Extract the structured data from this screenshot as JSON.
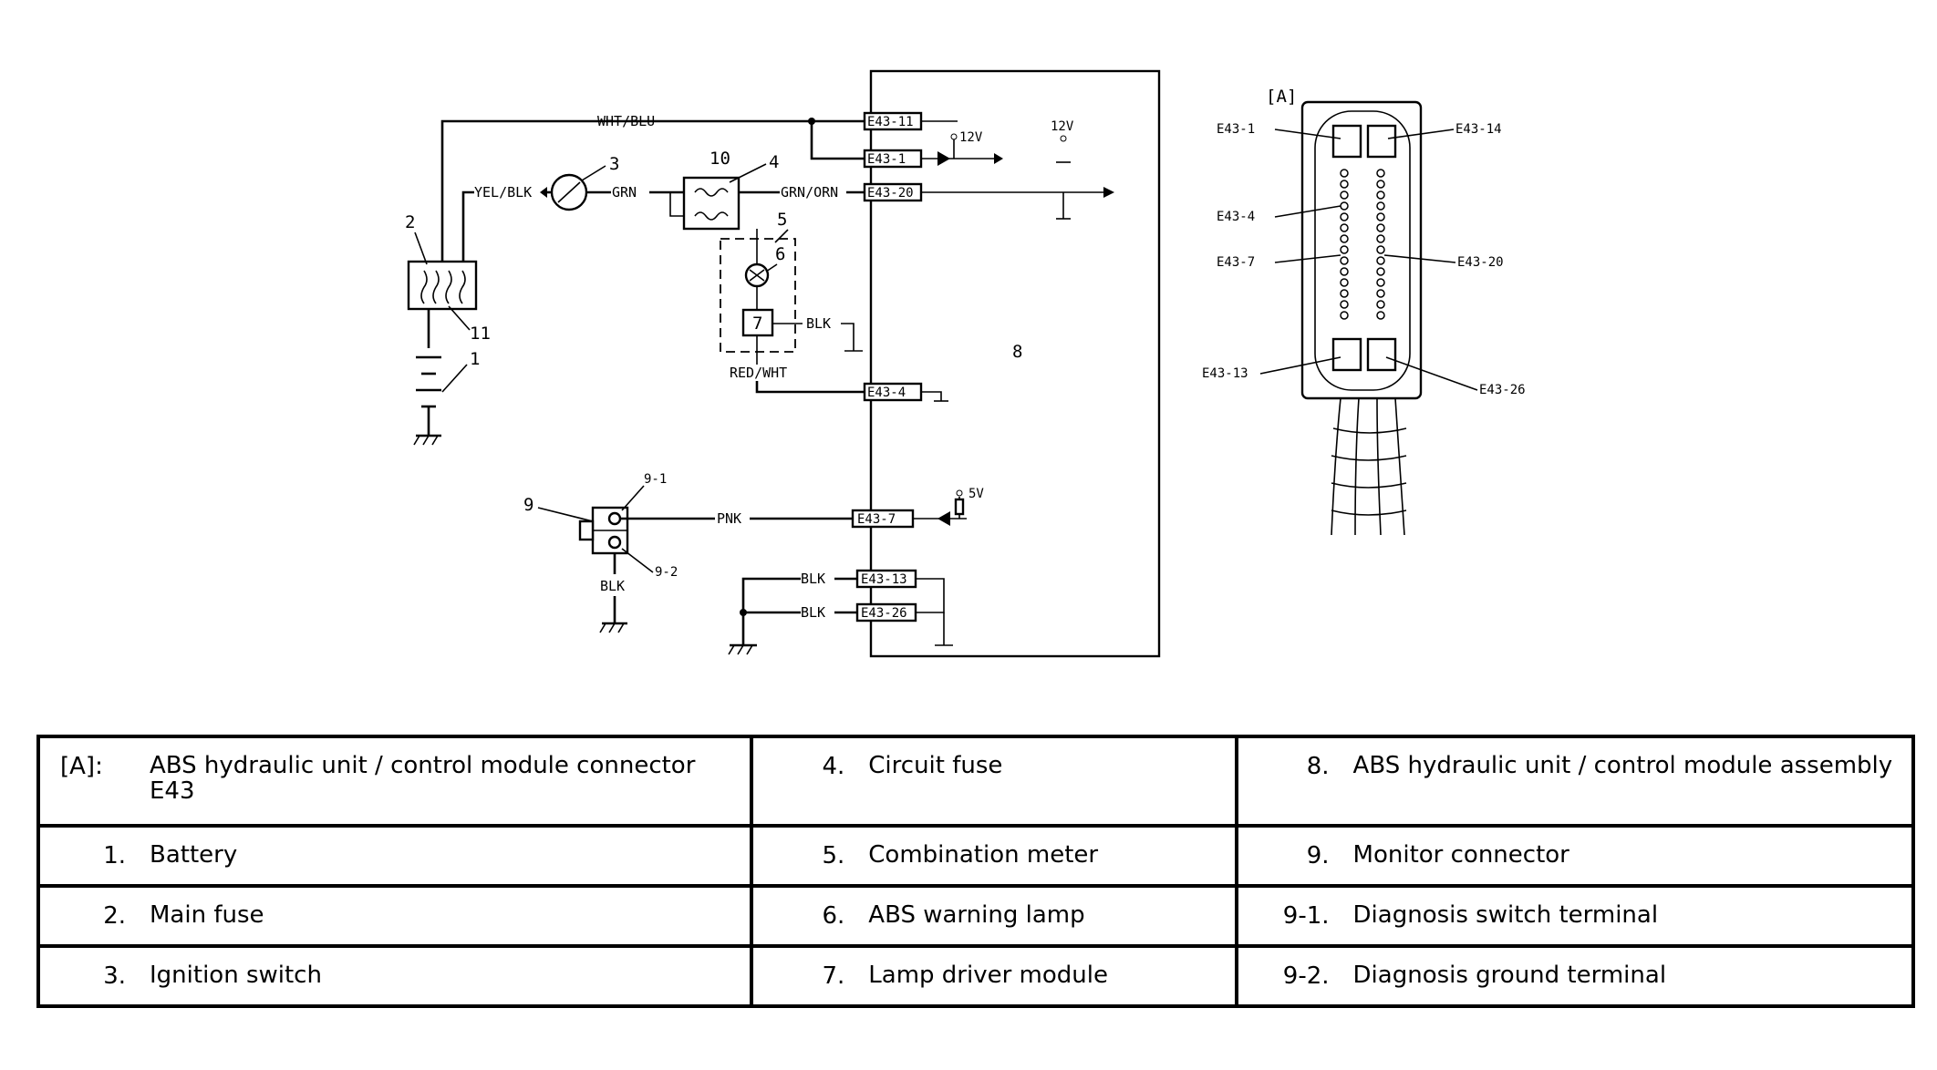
{
  "diagram": {
    "wire_labels": {
      "wht_blu": "WHT/BLU",
      "yel_blk": "YEL/BLK",
      "grn": "GRN",
      "grn_orn": "GRN/ORN",
      "blk_lamp": "BLK",
      "red_wht": "RED/WHT",
      "pnk": "PNK",
      "blk_monitor": "BLK",
      "blk_gnd1": "BLK",
      "blk_gnd2": "BLK"
    },
    "terminals": {
      "t11": "E43-11",
      "t1": "E43-1",
      "t20": "E43-20",
      "t4": "E43-4",
      "t7": "E43-7",
      "t13": "E43-13",
      "t26": "E43-26"
    },
    "voltages": {
      "v12_a": "12V",
      "v12_b": "12V",
      "v5": "5V"
    },
    "callouts": {
      "n1": "1",
      "n2": "2",
      "n3": "3",
      "n4": "4",
      "n5": "5",
      "n6": "6",
      "n7": "7",
      "n8": "8",
      "n9": "9",
      "n9_1": "9-1",
      "n9_2": "9-2",
      "n10": "10",
      "n11": "11"
    },
    "connector": {
      "tag": "[A]",
      "pins": {
        "p1": "E43-1",
        "p14": "E43-14",
        "p4": "E43-4",
        "p7": "E43-7",
        "p20": "E43-20",
        "p13": "E43-13",
        "p26": "E43-26"
      }
    }
  },
  "legend": {
    "rows": [
      [
        {
          "key": "[A]:",
          "text": "ABS hydraulic unit / control module connector E43"
        },
        {
          "key": "4.",
          "text": "Circuit fuse"
        },
        {
          "key": "8.",
          "text": "ABS hydraulic unit / control module assembly"
        }
      ],
      [
        {
          "key": "1.",
          "text": "Battery"
        },
        {
          "key": "5.",
          "text": "Combination meter"
        },
        {
          "key": "9.",
          "text": "Monitor connector"
        }
      ],
      [
        {
          "key": "2.",
          "text": "Main fuse"
        },
        {
          "key": "6.",
          "text": "ABS warning lamp"
        },
        {
          "key": "9-1.",
          "text": "Diagnosis switch terminal"
        }
      ],
      [
        {
          "key": "3.",
          "text": "Ignition switch"
        },
        {
          "key": "7.",
          "text": "Lamp driver module"
        },
        {
          "key": "9-2.",
          "text": "Diagnosis ground terminal"
        }
      ]
    ]
  }
}
